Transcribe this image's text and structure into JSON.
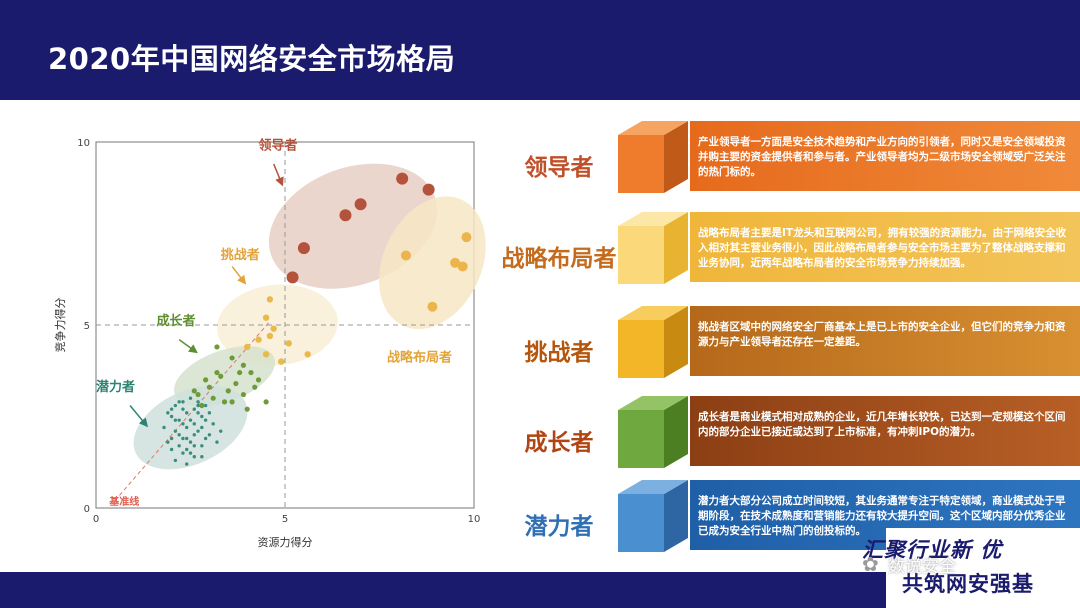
{
  "header": {
    "title": "2020年中国网络安全市场格局"
  },
  "chart_data": {
    "type": "scatter",
    "xlabel": "资源力得分",
    "ylabel": "竞争力得分",
    "xlim": [
      0,
      10
    ],
    "ylim": [
      0,
      10
    ],
    "xticks": [
      "0",
      "5",
      "10"
    ],
    "yticks": [
      "0",
      "5",
      "10"
    ],
    "reference_lines": {
      "x": 5,
      "y": 5
    },
    "diagonal_label": "基准线",
    "groups": [
      {
        "name": "领导者",
        "color": "#b4533b",
        "points": [
          [
            5.5,
            7.1
          ],
          [
            6.6,
            8.0
          ],
          [
            7.0,
            8.3
          ],
          [
            8.1,
            9.0
          ],
          [
            8.8,
            8.7
          ],
          [
            5.2,
            6.3
          ]
        ]
      },
      {
        "name": "战略布局者",
        "color": "#ecb44c",
        "points": [
          [
            9.8,
            7.4
          ],
          [
            8.2,
            6.9
          ],
          [
            9.5,
            6.7
          ],
          [
            9.7,
            6.6
          ],
          [
            8.9,
            5.5
          ]
        ]
      },
      {
        "name": "挑战者",
        "color": "#e9b94a",
        "points": [
          [
            4.6,
            5.7
          ],
          [
            4.5,
            5.2
          ],
          [
            4.7,
            4.9
          ],
          [
            4.6,
            4.7
          ],
          [
            4.3,
            4.6
          ],
          [
            4.0,
            4.4
          ],
          [
            5.1,
            4.5
          ],
          [
            5.6,
            4.2
          ],
          [
            4.5,
            4.2
          ],
          [
            4.9,
            4.0
          ]
        ]
      },
      {
        "name": "成长者",
        "color": "#6e9a3a",
        "points": [
          [
            3.2,
            4.4
          ],
          [
            3.6,
            4.1
          ],
          [
            3.9,
            3.9
          ],
          [
            4.1,
            3.7
          ],
          [
            3.3,
            3.6
          ],
          [
            3.7,
            3.4
          ],
          [
            2.9,
            3.5
          ],
          [
            4.2,
            3.3
          ],
          [
            3.5,
            3.2
          ],
          [
            2.7,
            3.1
          ],
          [
            3.1,
            3.0
          ],
          [
            3.9,
            3.1
          ],
          [
            4.3,
            3.5
          ],
          [
            3.0,
            3.3
          ],
          [
            3.4,
            2.9
          ],
          [
            2.8,
            2.8
          ],
          [
            3.6,
            2.9
          ],
          [
            4.0,
            2.7
          ],
          [
            3.2,
            3.7
          ],
          [
            3.8,
            3.7
          ],
          [
            2.6,
            3.2
          ],
          [
            4.5,
            2.9
          ]
        ]
      },
      {
        "name": "潜力者",
        "color": "#3b8d7d",
        "points": [
          [
            1.9,
            2.6
          ],
          [
            2.1,
            2.4
          ],
          [
            2.3,
            2.9
          ],
          [
            2.4,
            2.2
          ],
          [
            2.2,
            2.0
          ],
          [
            2.6,
            2.7
          ],
          [
            2.8,
            2.5
          ],
          [
            2.0,
            1.9
          ],
          [
            2.5,
            1.8
          ],
          [
            2.7,
            2.1
          ],
          [
            2.9,
            2.4
          ],
          [
            3.0,
            2.0
          ],
          [
            2.3,
            1.5
          ],
          [
            2.6,
            1.4
          ],
          [
            2.1,
            2.8
          ],
          [
            2.4,
            2.6
          ],
          [
            1.8,
            2.2
          ],
          [
            2.2,
            1.7
          ],
          [
            2.8,
            1.7
          ],
          [
            3.1,
            2.3
          ],
          [
            2.5,
            3.0
          ],
          [
            2.0,
            2.5
          ],
          [
            2.7,
            2.9
          ],
          [
            2.3,
            2.3
          ],
          [
            2.6,
            2.0
          ],
          [
            2.9,
            1.9
          ],
          [
            2.4,
            1.6
          ],
          [
            2.0,
            1.6
          ],
          [
            3.2,
            1.8
          ],
          [
            2.2,
            2.9
          ],
          [
            2.5,
            2.4
          ],
          [
            2.8,
            2.2
          ],
          [
            2.1,
            2.1
          ],
          [
            2.7,
            2.6
          ],
          [
            2.4,
            1.9
          ],
          [
            1.9,
            1.8
          ],
          [
            2.6,
            2.3
          ],
          [
            2.3,
            2.7
          ],
          [
            3.0,
            2.6
          ],
          [
            2.2,
            2.4
          ],
          [
            2.5,
            1.5
          ],
          [
            2.8,
            1.4
          ],
          [
            2.1,
            1.3
          ],
          [
            2.4,
            1.2
          ],
          [
            2.7,
            2.8
          ],
          [
            3.3,
            2.1
          ],
          [
            2.0,
            2.7
          ],
          [
            2.6,
            1.7
          ],
          [
            2.3,
            1.9
          ],
          [
            2.9,
            2.8
          ]
        ]
      }
    ],
    "annotations": [
      "领导者",
      "挑战者",
      "成长者",
      "潜力者",
      "战略布局者"
    ]
  },
  "categories": [
    {
      "name": "领导者",
      "color": "#c0502a",
      "desc": "产业领导者一方面是安全技术趋势和产业方向的引领者，同时又是安全领域投资并购主要的资金提供者和参与者。产业领导者均为二级市场安全领域受广泛关注的热门标的。"
    },
    {
      "name": "战略布局者",
      "color": "#c46b1e",
      "desc": "战略布局者主要是IT龙头和互联网公司，拥有较强的资源能力。由于网络安全收入相对其主营业务很小，因此战略布局者参与安全市场主要为了整体战略支撑和业务协同，近两年战略布局者的安全市场竞争力持续加强。"
    },
    {
      "name": "挑战者",
      "color": "#b5560e",
      "desc": "挑战者区域中的网络安全厂商基本上是已上市的安全企业，但它们的竞争力和资源力与产业领导者还存在一定差距。"
    },
    {
      "name": "成长者",
      "color": "#b04413",
      "desc": "成长者是商业模式相对成熟的企业，近几年增长较快，已达到一定规模这个区间内的部分企业已接近或达到了上市标准，有冲刺IPO的潜力。"
    },
    {
      "name": "潜力者",
      "color": "#2f6fb4",
      "desc": "潜力者大部分公司成立时间较短，其业务通常专注于特定领域，商业模式处于早期阶段，在技术成熟度和营销能力还有较大提升空间。这个区域内部分优秀企业已成为安全行业中热门的创投标的。"
    }
  ],
  "logo": {
    "line1": "汇聚行业新 优",
    "line2": "共筑网安强基",
    "watermark": "数说安全"
  }
}
